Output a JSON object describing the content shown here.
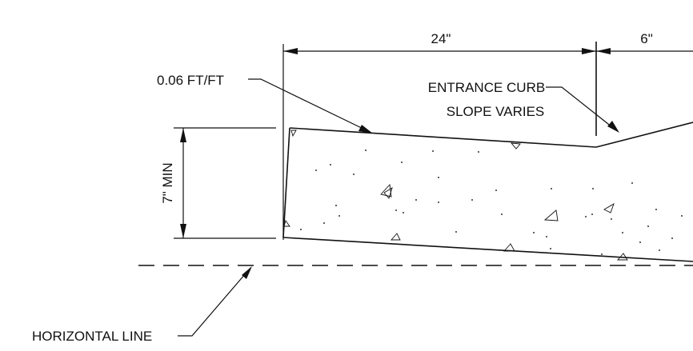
{
  "labels": {
    "dim_24": "24\"",
    "dim_6": "6\"",
    "slope": "0.06 FT/FT",
    "entrance_line1": "ENTRANCE CURB",
    "entrance_line2": "SLOPE VARIES",
    "depth": "7\" MIN",
    "horizontal": "HORIZONTAL LINE"
  }
}
